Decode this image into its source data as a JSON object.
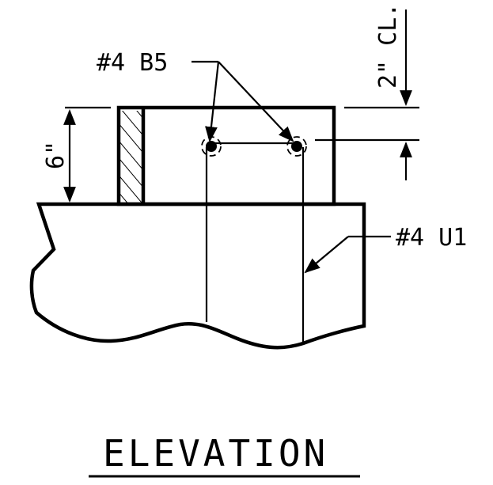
{
  "labels": {
    "top_bar": "#4 B5",
    "stirrup": "#4 U1",
    "clear_cover": "2\" CL.",
    "depth": "6\""
  },
  "title": "ELEVATION",
  "colors": {
    "ink": "#000000",
    "paper": "#ffffff"
  }
}
